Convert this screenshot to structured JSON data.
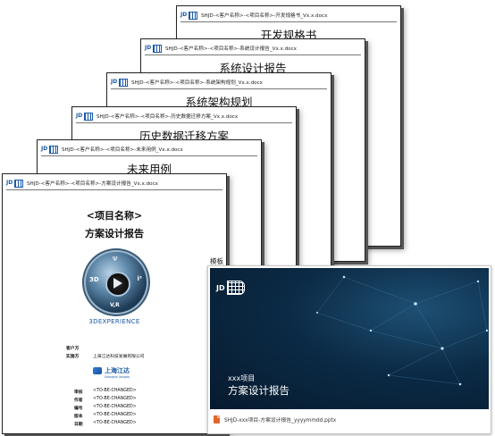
{
  "documents": [
    {
      "filename": "SHJD-<客户名称>-<项目名称>-开发规格书_Vx.x.docx",
      "title": "开发规格书"
    },
    {
      "filename": "SHJD-<客户名称>-<项目名称>-系统设计报告_Vx.x.docx",
      "title": "系统设计报告"
    },
    {
      "filename": "SHJD-<客户名称>-<项目名称>-系统架构规划_Vx.x.docx",
      "title": "系统架构规划"
    },
    {
      "filename": "SHJD-<客户名称>-<项目名称>-历史数据迁移方案_Vx.x.docx",
      "title": "历史数据迁移方案"
    },
    {
      "filename": "SHJD-<客户名称>-<项目名称>-未来用例_Vx.x.docx",
      "title": "未来用例"
    },
    {
      "filename": "SHJD-<客户名称>-<项目名称>-方案设计报告_Vx.x.docx",
      "title": ""
    }
  ],
  "logo_text": "JD",
  "front": {
    "project_name": "<项目名称>",
    "report_title": "方案设计报告",
    "emblem": {
      "left": "3D",
      "right": "i²",
      "bottom": "V,R",
      "top": "Ψ"
    },
    "experience_text": "3DEXPERIENCE",
    "client_label": "客户方",
    "client_value": "",
    "provider_label": "实施方",
    "provider_value": "上海江达科技发展有限公司",
    "company_logo_text": "上海江达",
    "company_logo_sub": "Shanghai Jiangda",
    "fields": [
      {
        "label": "审核",
        "value": "<TO-BE-CHANGED>"
      },
      {
        "label": "作者",
        "value": "<TO-BE-CHANGED>"
      },
      {
        "label": "编号",
        "value": "<TO-BE-CHANGED>"
      },
      {
        "label": "版本",
        "value": "<TO-BE-CHANGED>"
      },
      {
        "label": "日期",
        "value": "<TO-BE-CHANGED>"
      }
    ]
  },
  "template": {
    "label": "模板",
    "slide_project": "xxx项目",
    "slide_title": "方案设计报告",
    "filename": "SHJD-xxx项目-方案设计报告_yyyymmdd.pptx"
  },
  "colors": {
    "accent": "#1a5aa8",
    "slide_bg": "#0b2a45",
    "ppt_icon": "#e3672b"
  }
}
